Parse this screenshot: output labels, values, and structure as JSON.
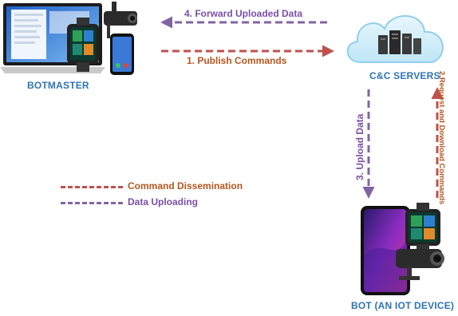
{
  "nodes": {
    "botmaster": "BOTMASTER",
    "cc_servers": "C&C SERVERS",
    "bot": "BOT (AN IOT DEVICE)"
  },
  "edges": {
    "publish": "1. Publish Commands",
    "request": "2.Request and Download Commands",
    "upload": "3. Upload Data",
    "forward": "4. Forward Uploaded Data"
  },
  "legend": {
    "command": "Command Dissemination",
    "data": "Data Uploading"
  },
  "colors": {
    "command": "#c0504d",
    "data": "#8064a2",
    "node_label": "#2e74b5",
    "command_text": "#b5561f",
    "data_text": "#7b4fa6"
  },
  "icons": {
    "botmaster": "laptop-smartwatch-camera-phone-icon",
    "cc_servers": "cloud-servers-icon",
    "bot": "smartphone-smartwatch-camera-icon"
  }
}
